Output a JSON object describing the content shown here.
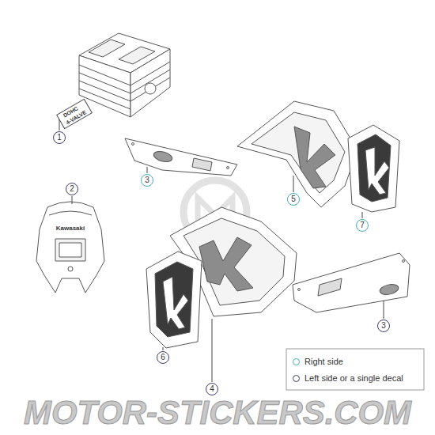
{
  "diagram": {
    "nodes": [
      {
        "text": [
          "1"
        ]
      },
      {
        "text": [
          "2"
        ]
      },
      {
        "text": [
          "3"
        ]
      },
      {
        "text": [
          "5"
        ]
      },
      {
        "text": [
          "7"
        ]
      },
      {
        "text": [
          "4"
        ]
      },
      {
        "text": [
          "6"
        ]
      },
      {
        "text": [
          "3"
        ]
      }
    ],
    "labels": [
      "DOHC",
      "4-VALVE",
      "Kawasaki",
      "MOTOR-STICKERS.COM"
    ],
    "legend": [
      {
        "text": "Right side"
      },
      {
        "text": "Left side or a single decal"
      }
    ]
  }
}
